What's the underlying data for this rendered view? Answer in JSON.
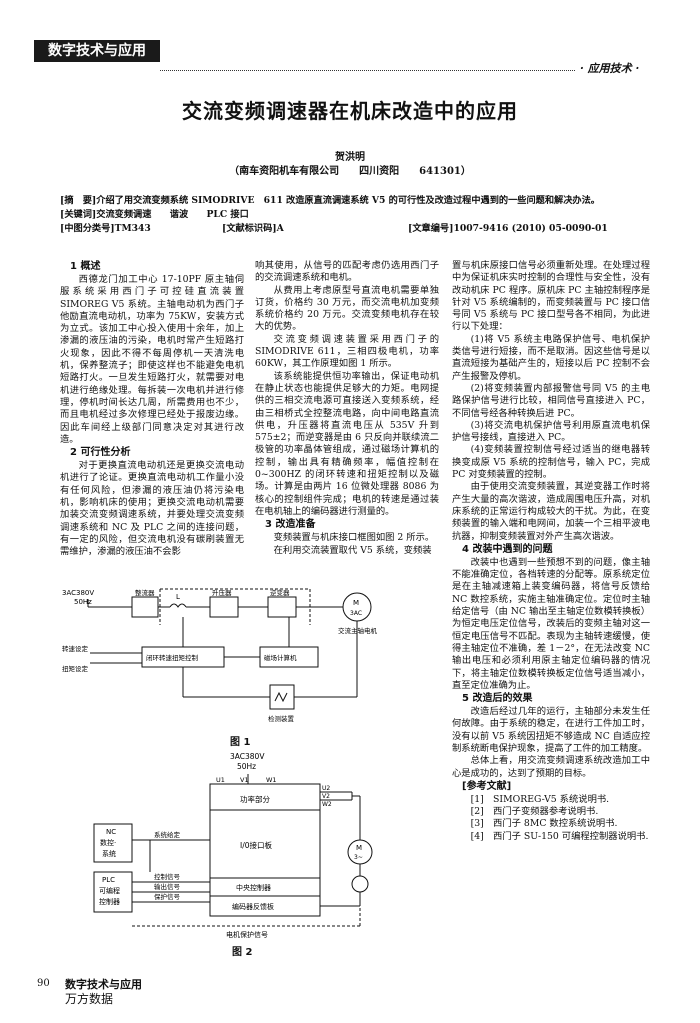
{
  "header": {
    "journal_tag": "数字技术与应用",
    "section": "· 应用技术 ·"
  },
  "title": "交流变频调速器在机床改造中的应用",
  "author": "贺洪明",
  "affiliation": "（南车资阳机车有限公司　　四川资阳　　641301）",
  "abstract": "[摘　要]介绍了用交流变频系统 SIMODRIVE　611 改造原直流调速系统 V5 的可行性及改造过程中遇到的一些问题和解决办法。",
  "keywords": "[关键词]交流变频调速　　谐波　　PLC 接口",
  "clc": "[中图分类号]TM343",
  "doc_code": "[文献标识码]A",
  "article_no": "[文章编号]1007-9416 (2010) 05-0090-01",
  "col1": [
    {
      "t": "h",
      "x": "1 概述"
    },
    {
      "t": "p",
      "x": "西德龙门加工中心 17-10PF 原主轴伺服系统采用西门子可控硅直流装置 SIMOREG V5 系统。主轴电动机为西门子他励直流电动机，功率为 75KW，安装方式为立式。该加工中心投入使用十余年，加上渗漏的液压油的污染，电机时常产生短路打火现象，因此不得不每周停机一天清洗电机，保养整流子；即使这样也不能避免电机短路打火。一旦发生短路打火，就需要对电机进行绝缘处理。每拆装一次电机并进行修理，停机时间长达几周，所需费用也不少，而且电机经过多次修理已经处于报废边缘。因此车间经上级部门同意决定对其进行改造。"
    },
    {
      "t": "h",
      "x": "2 可行性分析"
    },
    {
      "t": "p",
      "x": "对于更换直流电动机还是更换交流电动机进行了论证。更换直流电动机工作量小没有任何风险，但渗漏的液压油仍将污染电机，影响机床的使用；更换交流电动机需要加装交流变频调速系统，并要处理交流变频调速系统和 NC 及 PLC 之间的连接问题，有一定的风险，但交流电机没有碳刷装置无需维护，渗漏的液压油不会影"
    }
  ],
  "col2": [
    {
      "t": "p0",
      "x": "响其使用，从信号的匹配考虑仍选用西门子的交流调速系统和电机。"
    },
    {
      "t": "p",
      "x": "从费用上考虑原型号直流电机需要单独订货，价格约 30 万元，而交流电机加变频系统价格约 20 万元。交流变频电机存在较大的优势。"
    },
    {
      "t": "p",
      "x": "交流变频调速装置采用西门子的 SIMODRIVE 611，三相四极电机，功率 60KW，其工作原理如图 1 所示。"
    },
    {
      "t": "p",
      "x": "该系统能提供恒功率输出，保证电动机在静止状态也能提供足够大的力矩。电网提供的三相交流电源可直接送入变频系统，经由三相桥式全控整流电路，向中间电路直流供电，升压器将直流电压从 535V 升到 575±2；而逆变器是由 6 只反向并联续流二极管的功率晶体管组成，通过磁场计算机的控制，输出具有精确频率，幅值控制在 0~300HZ 的闭环转速和扭矩控制以及磁场。计算是由两片 16 位微处理器 8086 为核心的控制组件完成；电机的转速是通过装在电机轴上的编码器进行测量的。"
    },
    {
      "t": "h",
      "x": "3 改造准备"
    },
    {
      "t": "p",
      "x": "变频装置与机床接口框图如图 2 所示。"
    },
    {
      "t": "p",
      "x": "在利用交流装置取代 V5 系统，变频装"
    }
  ],
  "col3": [
    {
      "t": "p0",
      "x": "置与机床原接口信号必须重新处理。在处理过程中为保证机床实时控制的合理性与安全性，没有改动机床 PC 程序。原机床 PC 主轴控制程序是针对 V5 系统编制的，而变频装置与 PC 接口信号同 V5 系统与 PC 接口型号各不相同，为此进行以下处理："
    },
    {
      "t": "p",
      "x": "(1)将 V5 系统主电路保护信号、电机保护类信号进行短接，而不是取消。因这些信号是以直流短接为基础产生的，短接以后 PC 控制不会产生报警及停机。"
    },
    {
      "t": "p",
      "x": "(2)将变频装置内部报警信号同 V5 的主电路保护信号进行比较，相同信号直接进入 PC，不同信号经各种转换后进 PC。"
    },
    {
      "t": "p",
      "x": "(3)将交流电机保护信号利用原直流电机保护信号接线，直接进入 PC。"
    },
    {
      "t": "p",
      "x": "(4)变频装置控制信号经过适当的继电器转换变成原 V5 系统的控制信号，输入 PC，完成 PC 对变频装置的控制。"
    },
    {
      "t": "p",
      "x": "由于使用交流变频装置，其逆变器工作时将产生大量的高次谐波，造成周围电压升高，对机床系统的正常运行构成较大的干扰。为此，在变频装置的输入端和电网间，加装一个三相平波电抗器，抑制变频装置对外产生高次谐波。"
    },
    {
      "t": "h",
      "x": "4 改装中遇到的问题"
    },
    {
      "t": "p",
      "x": "改装中也遇到一些预想不到的问题，像主轴不能准确定位，各档转速的分配等。原系统定位是在主轴减速箱上装变编码器，将信号反馈给 NC 数控系统，实施主轴准确定位。定位时主轴给定信号（由 NC 输出至主轴定位数模转换板）为恒定电压定位信号，改装后的变频主轴对这一恒定电压信号不匹配。表现为主轴转速缓慢，使得主轴定位不准确，差 1－2°，在无法改变 NC 输出电压和必须利用原主轴定位编码器的情况下，将主轴定位数模转换板定位信号适当减小，直至定位准确为止。"
    },
    {
      "t": "h",
      "x": "5 改造后的效果"
    },
    {
      "t": "p",
      "x": "改造后经过几年的运行，主轴部分未发生任何故障。由于系统的稳定，在进行工件加工时，没有以前 V5 系统因扭矩不够造成 NC 自适应控制系统断电保护现象，提高了工件的加工精度。"
    },
    {
      "t": "p",
      "x": "总体上看，用交流变频调速系统改造加工中心是成功的，达到了预期的目标。"
    },
    {
      "t": "h2",
      "x": "[参考文献]"
    },
    {
      "t": "r",
      "x": "[1]　SIMOREG-V5 系统说明书."
    },
    {
      "t": "r",
      "x": "[2]　西门子变频器参考说明书."
    },
    {
      "t": "r",
      "x": "[3]　西门子 8MC 数控系统说明书."
    },
    {
      "t": "r",
      "x": "[4]　西门子 SU-150 可编程控制器说明书."
    }
  ],
  "fig1": {
    "supply": "3AC380V",
    "freq": "50Hz",
    "rectifier": "整流器",
    "reactor": "L",
    "booster": "升压器",
    "inverter": "逆变器",
    "motor_m": "M",
    "motor_ac": "3AC",
    "motor_label": "交流主轴电机",
    "speed_set": "转速设定",
    "torque_set": "扭矩设定",
    "closed_loop": "闭环转速扭矩控制",
    "field_calc": "磁场计算机",
    "meas": "检测装置",
    "caption": "图 1"
  },
  "fig2": {
    "supply": "3AC380V",
    "freq": "50Hz",
    "u1": "U1",
    "v1": "V1",
    "w1": "W1",
    "u2": "U2",
    "v2": "V2",
    "w2": "W2",
    "power": "功率部分",
    "nc": [
      "NC",
      "数控·",
      "系统"
    ],
    "plc": [
      "PLC",
      "可编程",
      "控制器"
    ],
    "sys_given": "系统给定",
    "ctrl_sig": "控制信号",
    "out_sig": "输出信号",
    "prot_sig": "保护信号",
    "io": "I/0接口板",
    "cpu": "中央控制器",
    "enc": "编码器反馈板",
    "motor_m": "M",
    "motor_3": "3~",
    "motor_prot": "电机保护信号",
    "caption": "图 2"
  },
  "footer": {
    "page": "90",
    "journal": "数字技术与应用",
    "watermark": "万方数据"
  }
}
